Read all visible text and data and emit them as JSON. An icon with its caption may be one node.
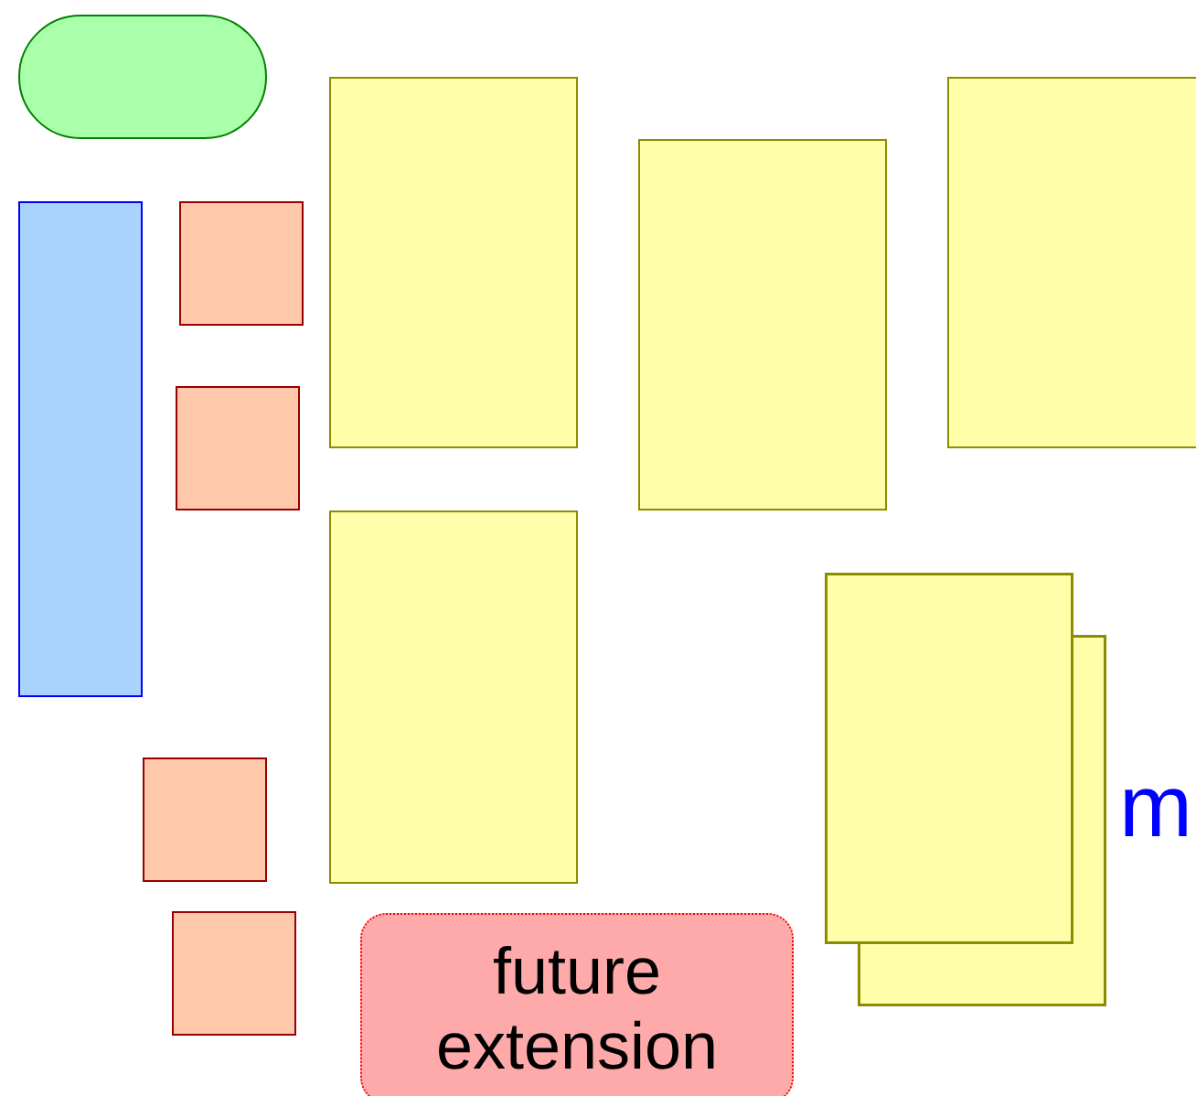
{
  "diagram": {
    "nodes": [
      {
        "text": [],
        "shape": "pill"
      },
      {
        "text": [],
        "shape": "box"
      },
      {
        "text": [],
        "shape": "box"
      },
      {
        "text": [],
        "shape": "box"
      },
      {
        "text": [],
        "shape": "bar"
      },
      {
        "text": [],
        "shape": "square"
      },
      {
        "text": [],
        "shape": "square"
      },
      {
        "text": [],
        "shape": "box"
      },
      {
        "text": [],
        "shape": "stack"
      },
      {
        "text": [],
        "shape": "square"
      },
      {
        "text": [],
        "shape": "square"
      },
      {
        "text": [
          "future extension"
        ]
      }
    ],
    "labels": [
      "m"
    ]
  }
}
